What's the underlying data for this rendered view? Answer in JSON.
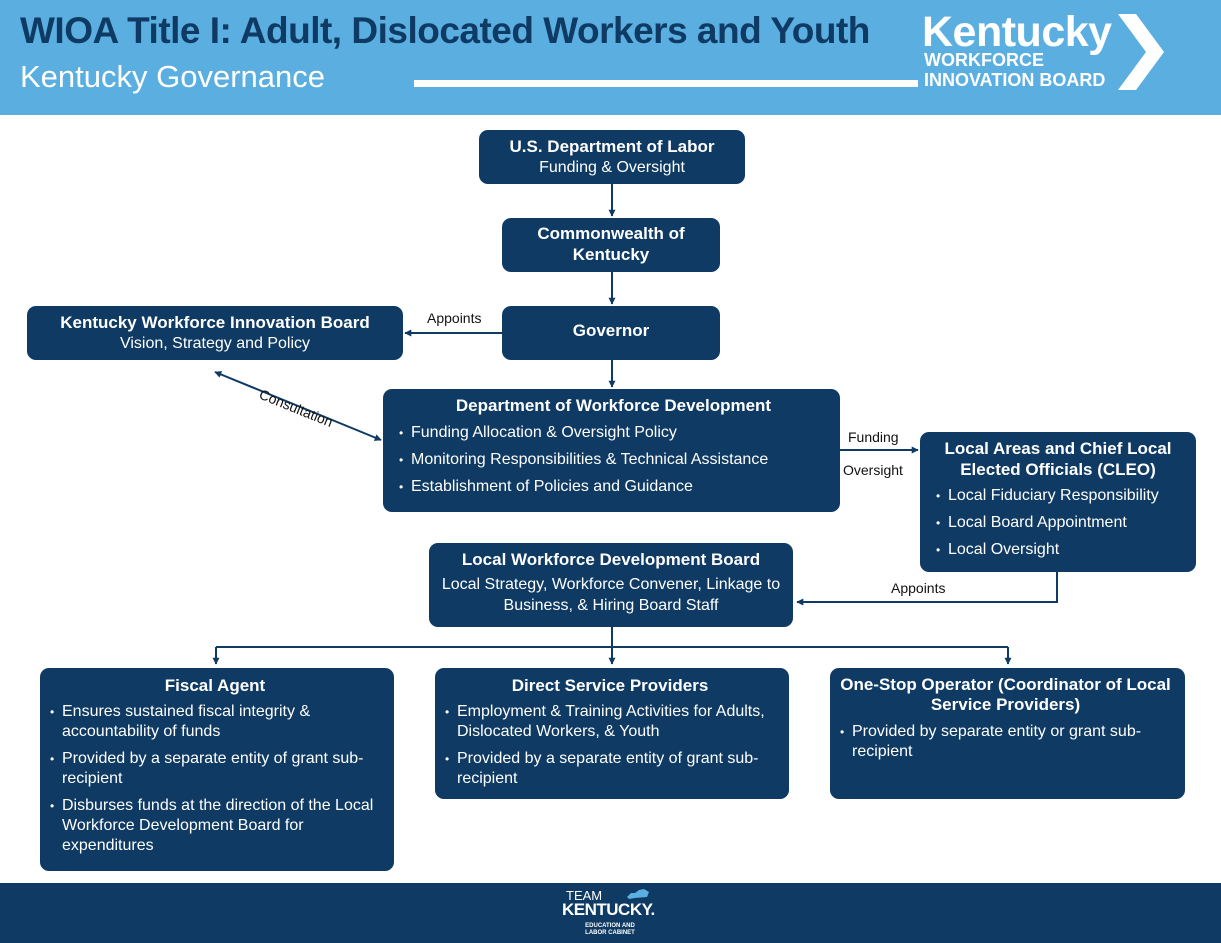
{
  "header": {
    "title": "WIOA Title I: Adult, Dislocated Workers and Youth",
    "subtitle": "Kentucky Governance"
  },
  "logo": {
    "main": "Kentucky",
    "line1": "WORKFORCE",
    "line2": "INNOVATION BOARD",
    "icon": "chevron-right-icon"
  },
  "nodes": {
    "dol": {
      "title": "U.S. Department of Labor",
      "sub": "Funding & Oversight"
    },
    "commonwealth": {
      "title": "Commonwealth of Kentucky"
    },
    "governor": {
      "title": "Governor"
    },
    "kwib": {
      "title": "Kentucky Workforce Innovation Board",
      "sub": "Vision, Strategy and Policy"
    },
    "dwd": {
      "title": "Department of Workforce Development",
      "bullets": [
        "Funding Allocation & Oversight Policy",
        "Monitoring Responsibilities & Technical Assistance",
        "Establishment of Policies and Guidance"
      ]
    },
    "cleo": {
      "title": "Local Areas and Chief Local Elected Officials (CLEO)",
      "bullets": [
        "Local Fiduciary Responsibility",
        "Local Board Appointment",
        "Local Oversight"
      ]
    },
    "lwdb": {
      "title": "Local Workforce Development Board",
      "sub": "Local Strategy, Workforce Convener, Linkage to Business, & Hiring Board Staff"
    },
    "fiscal": {
      "title": "Fiscal Agent",
      "bullets": [
        "Ensures sustained fiscal integrity & accountability of funds",
        "Provided by a separate entity of grant sub-recipient",
        "Disburses funds at the direction of the Local Workforce Development Board for expenditures"
      ]
    },
    "dsp": {
      "title": "Direct Service Providers",
      "bullets": [
        "Employment & Training Activities for Adults, Dislocated Workers, & Youth",
        "Provided by a separate entity of grant sub-recipient"
      ]
    },
    "oso": {
      "title": "One-Stop Operator (Coordinator of Local Service Providers)",
      "bullets": [
        "Provided by separate entity or grant sub-recipient"
      ]
    }
  },
  "edge_labels": {
    "appoints_kwib": "Appoints",
    "consultation": "Consultation",
    "funding": "Funding",
    "oversight": "Oversight",
    "appoints_lwdb": "Appoints"
  },
  "colors": {
    "header_bg": "#5aaee0",
    "title": "#0e3a63",
    "box": "#0e3a63",
    "footer": "#0e3a63"
  },
  "footer": {
    "team": "TEAM",
    "kentucky": "KENTUCKY.",
    "cabinet_line1": "EDUCATION AND",
    "cabinet_line2": "LABOR CABINET"
  }
}
